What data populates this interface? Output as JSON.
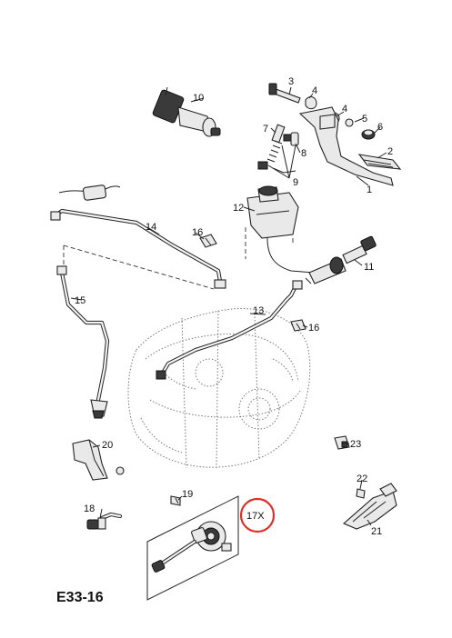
{
  "diagram": {
    "code": "E33-16",
    "highlight_color": "#e0302a",
    "callouts": [
      {
        "id": "c1",
        "text": "1"
      },
      {
        "id": "c2",
        "text": "2"
      },
      {
        "id": "c3",
        "text": "3"
      },
      {
        "id": "c4a",
        "text": "4"
      },
      {
        "id": "c4b",
        "text": "4"
      },
      {
        "id": "c5",
        "text": "5"
      },
      {
        "id": "c6",
        "text": "6"
      },
      {
        "id": "c7",
        "text": "7"
      },
      {
        "id": "c8",
        "text": "8"
      },
      {
        "id": "c9",
        "text": "9"
      },
      {
        "id": "c10",
        "text": "10"
      },
      {
        "id": "c11",
        "text": "11"
      },
      {
        "id": "c12",
        "text": "12"
      },
      {
        "id": "c13",
        "text": "13"
      },
      {
        "id": "c14",
        "text": "14"
      },
      {
        "id": "c15",
        "text": "15"
      },
      {
        "id": "c16a",
        "text": "16"
      },
      {
        "id": "c16b",
        "text": "16"
      },
      {
        "id": "c17x",
        "text": "17X"
      },
      {
        "id": "c18",
        "text": "18"
      },
      {
        "id": "c19",
        "text": "19"
      },
      {
        "id": "c20",
        "text": "20"
      },
      {
        "id": "c21",
        "text": "21"
      },
      {
        "id": "c22",
        "text": "22"
      },
      {
        "id": "c23",
        "text": "23"
      }
    ]
  }
}
